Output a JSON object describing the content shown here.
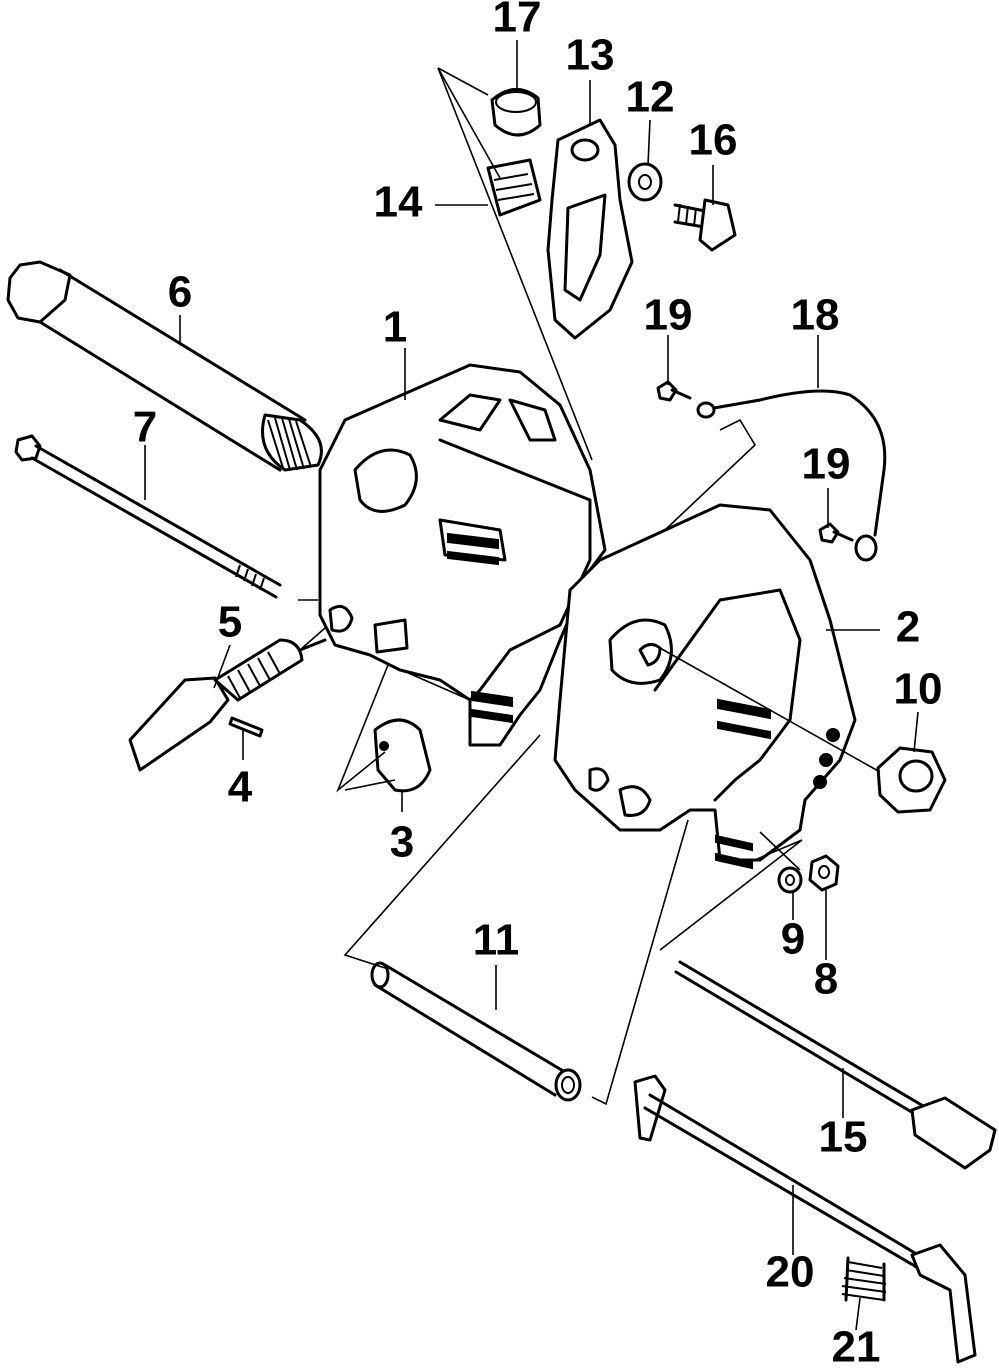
{
  "diagram": {
    "callouts": [
      {
        "id": "1",
        "label": "1"
      },
      {
        "id": "2",
        "label": "2"
      },
      {
        "id": "3",
        "label": "3"
      },
      {
        "id": "4",
        "label": "4"
      },
      {
        "id": "5",
        "label": "5"
      },
      {
        "id": "6",
        "label": "6"
      },
      {
        "id": "7",
        "label": "7"
      },
      {
        "id": "8",
        "label": "8"
      },
      {
        "id": "9",
        "label": "9"
      },
      {
        "id": "10",
        "label": "10"
      },
      {
        "id": "11",
        "label": "11"
      },
      {
        "id": "12",
        "label": "12"
      },
      {
        "id": "13",
        "label": "13"
      },
      {
        "id": "14",
        "label": "14"
      },
      {
        "id": "15",
        "label": "15"
      },
      {
        "id": "16",
        "label": "16"
      },
      {
        "id": "17",
        "label": "17"
      },
      {
        "id": "18",
        "label": "18"
      },
      {
        "id": "19a",
        "label": "19"
      },
      {
        "id": "19b",
        "label": "19"
      },
      {
        "id": "20",
        "label": "20"
      },
      {
        "id": "21",
        "label": "21"
      }
    ]
  }
}
